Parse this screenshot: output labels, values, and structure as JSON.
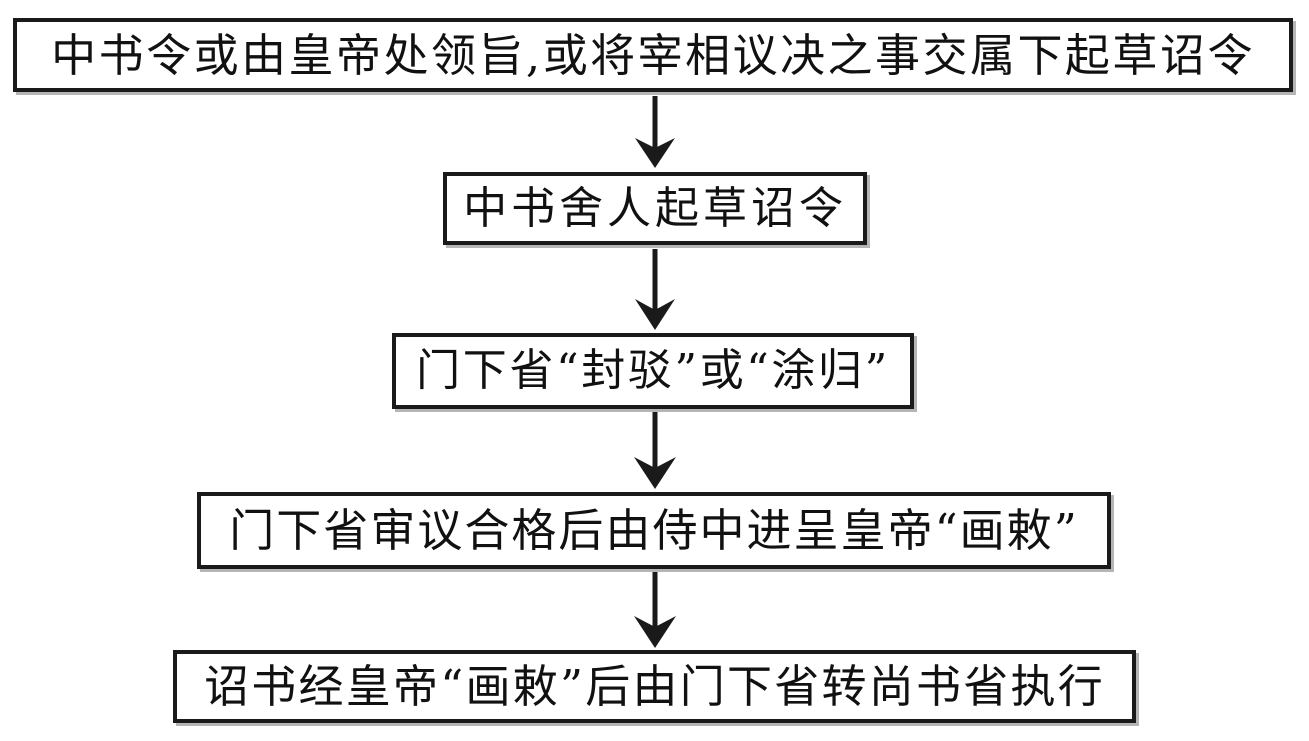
{
  "diagram": {
    "title": "",
    "orientation": "top-to-bottom",
    "arrow_color": "#1a1a1a",
    "box_border_color": "#1a1a1a",
    "box_fill_color": "#ffffff",
    "nodes": [
      {
        "id": "n1",
        "label": "中书令或由皇帝处领旨,或将宰相议决之事交属下起草诏令"
      },
      {
        "id": "n2",
        "label": "中书舍人起草诏令"
      },
      {
        "id": "n3",
        "label": "门下省“封驳”或“涂归”"
      },
      {
        "id": "n4",
        "label": "门下省审议合格后由侍中进呈皇帝“画敕”"
      },
      {
        "id": "n5",
        "label": "诏书经皇帝“画敕”后由门下省转尚书省执行"
      }
    ],
    "edges": [
      {
        "id": "e1",
        "from": "n1",
        "to": "n2",
        "label": ""
      },
      {
        "id": "e2",
        "from": "n2",
        "to": "n3",
        "label": ""
      },
      {
        "id": "e3",
        "from": "n3",
        "to": "n4",
        "label": ""
      },
      {
        "id": "e4",
        "from": "n4",
        "to": "n5",
        "label": ""
      }
    ]
  }
}
